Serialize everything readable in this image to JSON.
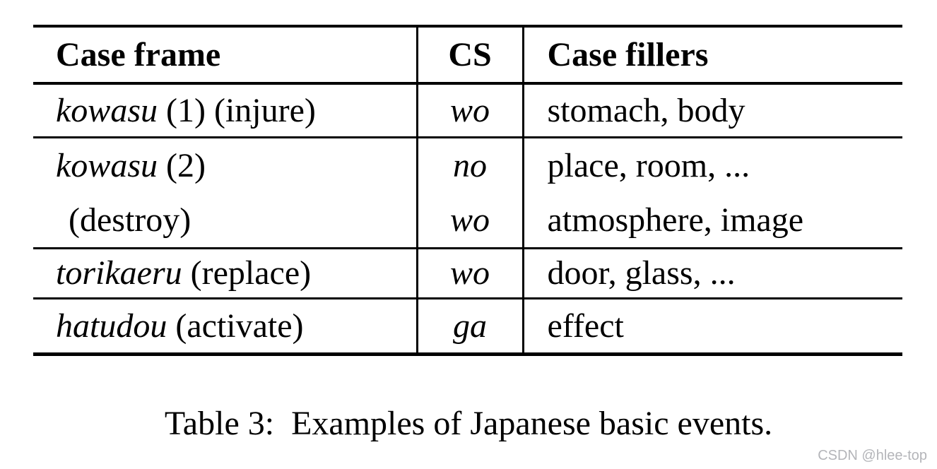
{
  "table": {
    "headers": [
      "Case frame",
      "CS",
      "Case fillers"
    ],
    "rows": [
      {
        "verb": "kowasu",
        "verb_suffix": " (1) (injure)",
        "cs": [
          "wo"
        ],
        "fillers": [
          "stomach, body"
        ]
      },
      {
        "verb": "kowasu",
        "verb_suffix": " (2)",
        "case_frame_line2": "(destroy)",
        "cs": [
          "no",
          "wo"
        ],
        "fillers": [
          "place, room, ...",
          "atmosphere, image"
        ]
      },
      {
        "verb": "torikaeru",
        "verb_suffix": " (replace)",
        "cs": [
          "wo"
        ],
        "fillers": [
          "door, glass, ..."
        ]
      },
      {
        "verb": "hatudou",
        "verb_suffix": " (activate)",
        "cs": [
          "ga"
        ],
        "fillers": [
          "effect"
        ]
      }
    ]
  },
  "caption": "Table 3:  Examples of Japanese basic events.",
  "watermark": "CSDN @hlee-top",
  "colors": {
    "text": "#000000",
    "watermark": "#b4b5b9",
    "background": "#ffffff"
  }
}
